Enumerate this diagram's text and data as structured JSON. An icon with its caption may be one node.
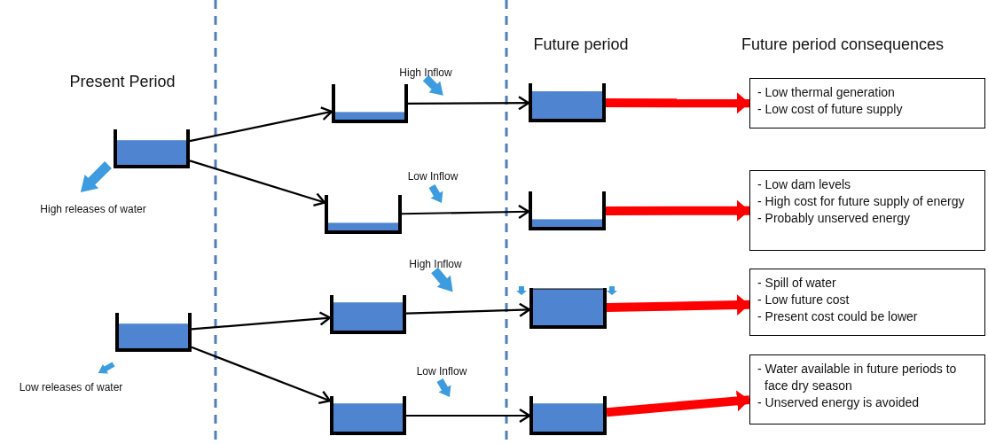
{
  "diagram": {
    "nodes": [
      {
        "text": [],
        "shape": "tank"
      },
      {
        "text": [],
        "shape": "tank"
      },
      {
        "text": [],
        "shape": "tank"
      },
      {
        "text": [],
        "shape": "tank"
      },
      {
        "text": [],
        "shape": "tank"
      },
      {
        "text": [],
        "shape": "tank"
      },
      {
        "text": [],
        "shape": "tank"
      },
      {
        "text": [],
        "shape": "tank"
      },
      {
        "text": [],
        "shape": "tank"
      },
      {
        "text": [],
        "shape": "tank"
      },
      {
        "text": [
          "- Low thermal generation",
          "- Low cost of future supply"
        ]
      },
      {
        "text": [
          "- Low dam levels",
          "- High cost for future supply of energy",
          "- Probably unserved energy"
        ]
      },
      {
        "text": [
          "- Spill of water",
          "- Low future cost",
          "- Present cost could be lower"
        ]
      },
      {
        "text": [
          "- Water available in future periods to face dry season",
          "- Unserved energy is avoided"
        ]
      }
    ],
    "edges": [
      {
        "from": 0,
        "to": 2,
        "arrow": "to"
      },
      {
        "from": 0,
        "to": 3,
        "arrow": "to"
      },
      {
        "from": 1,
        "to": 4,
        "arrow": "to"
      },
      {
        "from": 1,
        "to": 5,
        "arrow": "to"
      },
      {
        "from": 2,
        "to": 6,
        "arrow": "to"
      },
      {
        "from": 3,
        "to": 7,
        "arrow": "to"
      },
      {
        "from": 4,
        "to": 8,
        "arrow": "to"
      },
      {
        "from": 5,
        "to": 9,
        "arrow": "to"
      },
      {
        "from": 6,
        "to": 10,
        "arrow": "to",
        "style": "thick",
        "color": "#ff0000"
      },
      {
        "from": 7,
        "to": 11,
        "arrow": "to",
        "style": "thick",
        "color": "#ff0000"
      },
      {
        "from": 8,
        "to": 12,
        "arrow": "to",
        "style": "thick",
        "color": "#ff0000"
      },
      {
        "from": 9,
        "to": 13,
        "arrow": "to",
        "style": "thick",
        "color": "#ff0000"
      }
    ],
    "labels": [
      "Future period",
      "Future period consequences",
      "High Inflow",
      "Present Period",
      "High releases of water",
      "Low Inflow",
      "High Inflow",
      "Low releases of water",
      "Low Inflow"
    ]
  }
}
